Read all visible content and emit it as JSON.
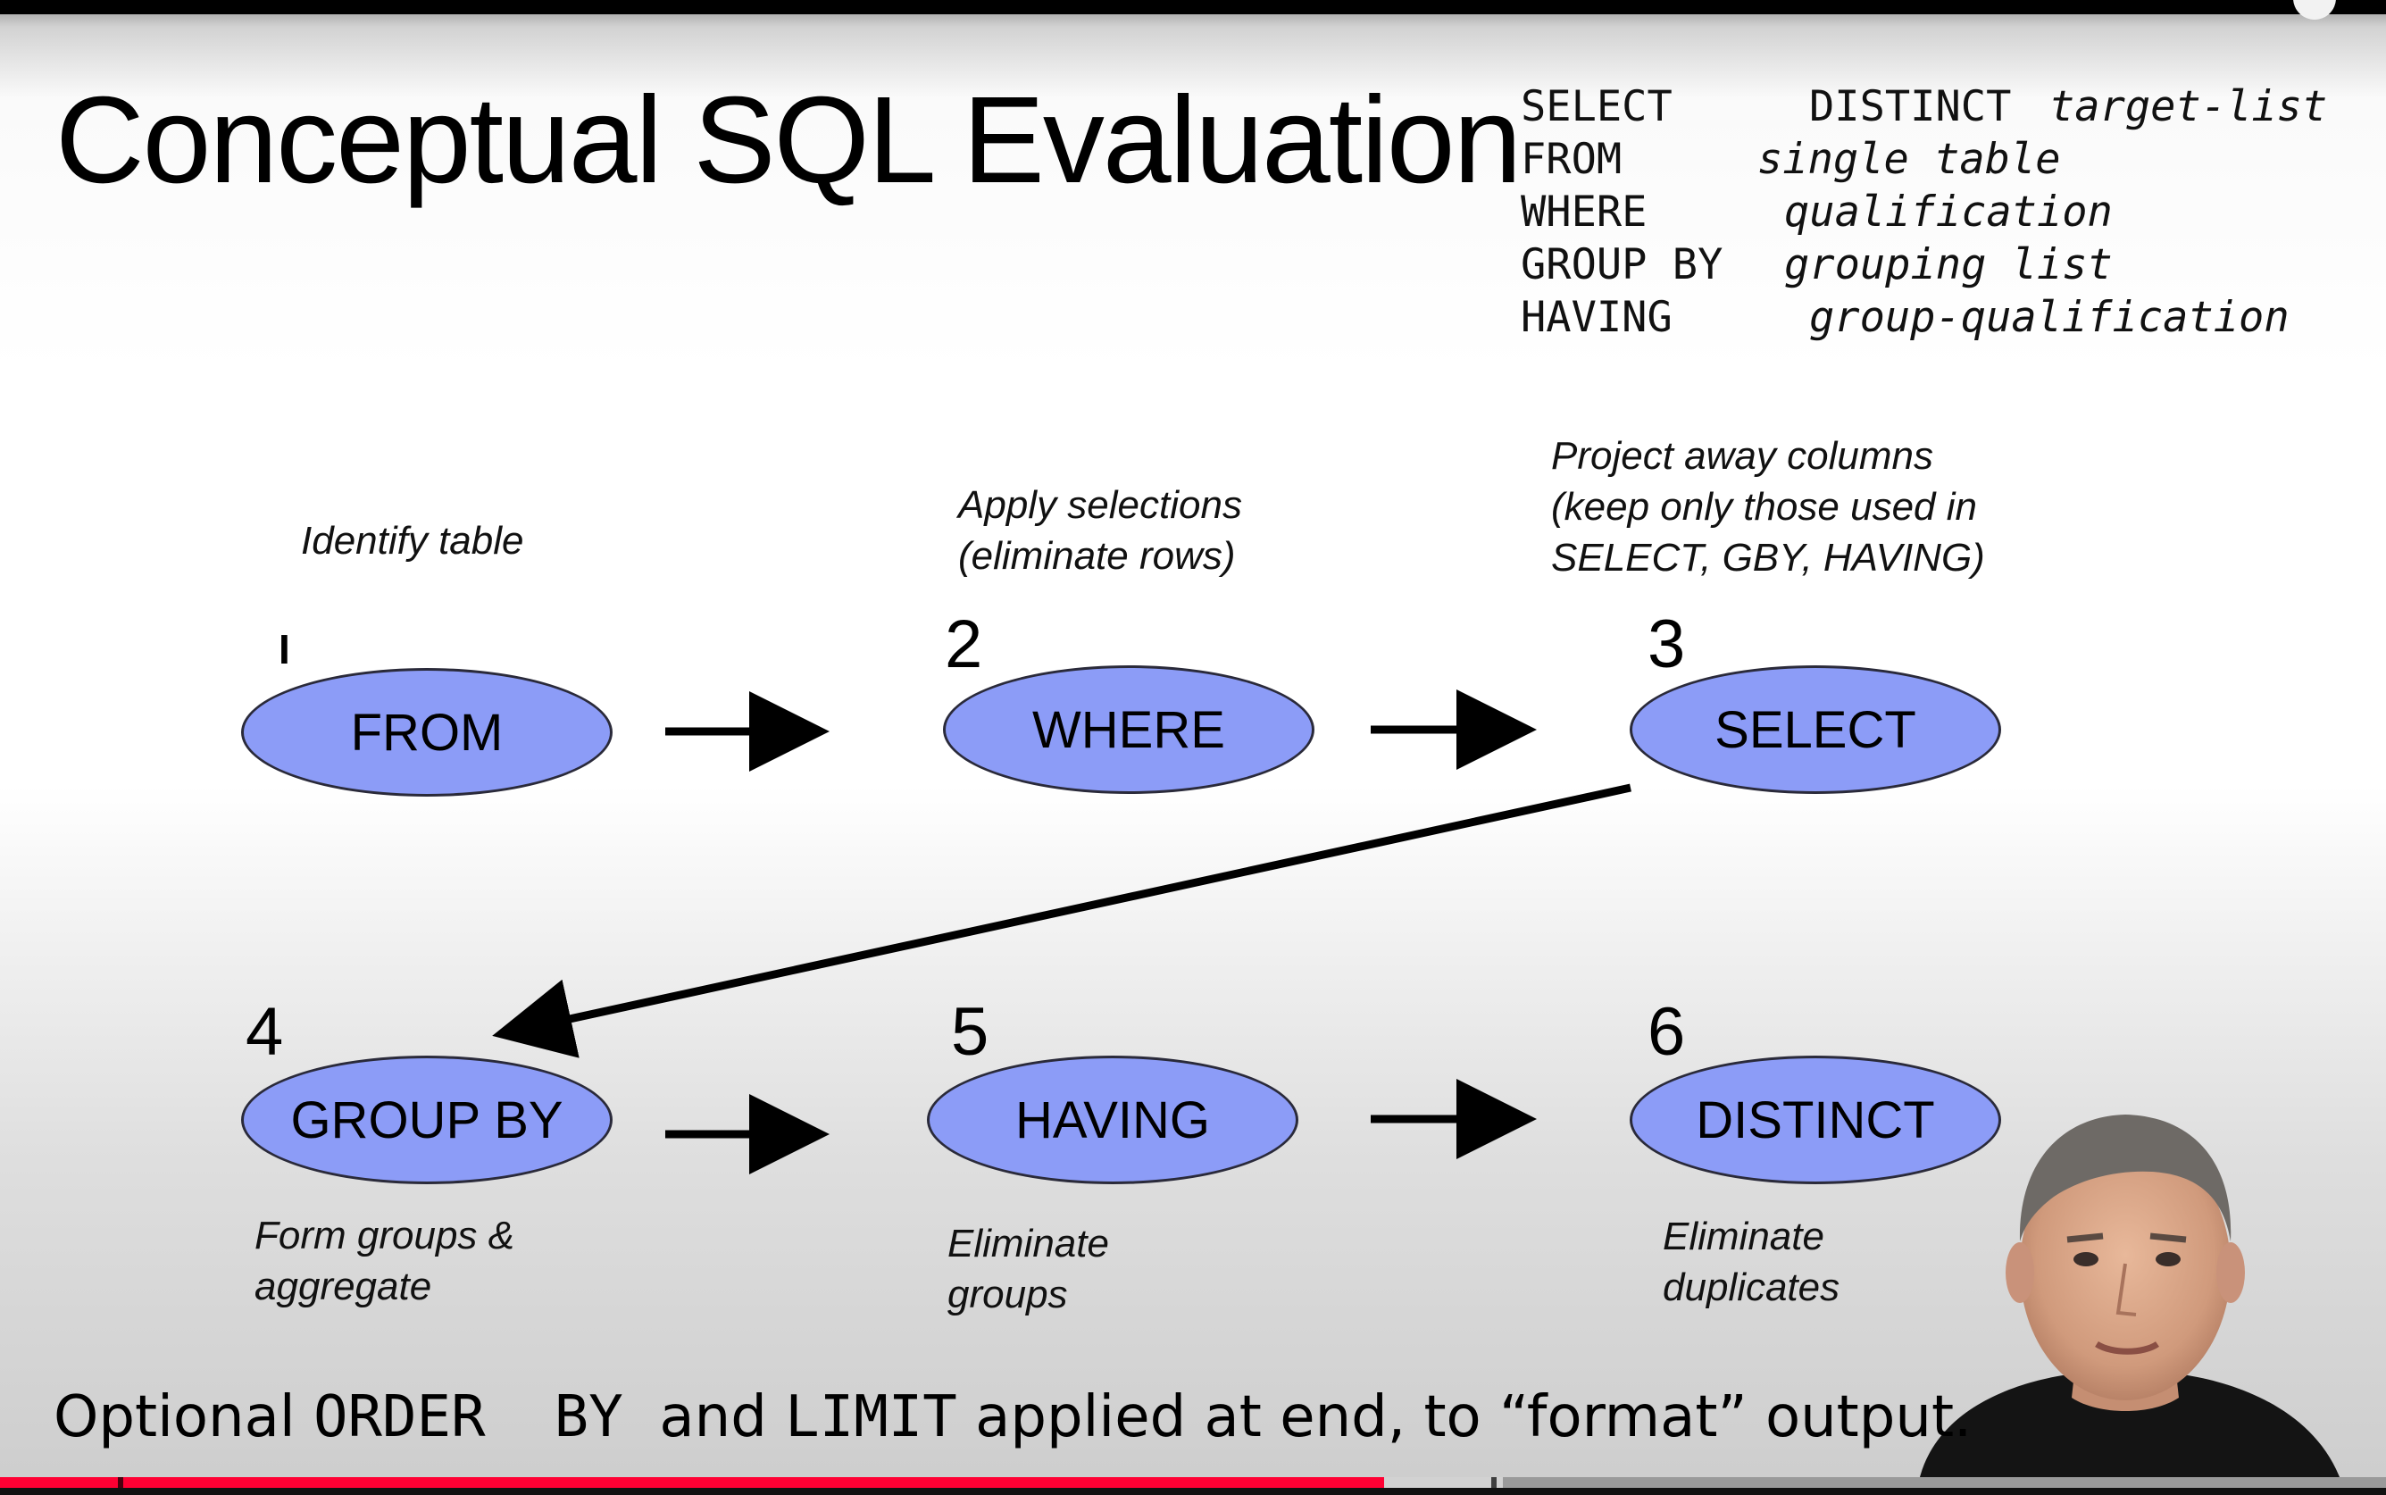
{
  "slide": {
    "title": "Conceptual SQL Evaluation",
    "sql_template": [
      {
        "keyword": "SELECT",
        "argument": "DISTINCT target-list",
        "plain_prefix": "DISTINCT",
        "italic": "target-list"
      },
      {
        "keyword": "FROM",
        "argument": "single table"
      },
      {
        "keyword": "WHERE",
        "argument": "qualification"
      },
      {
        "keyword": "GROUP BY",
        "argument": "grouping list"
      },
      {
        "keyword": "HAVING",
        "argument": "group-qualification"
      }
    ],
    "steps": [
      {
        "number": "I",
        "name": "FROM",
        "note": [
          "Identify table"
        ]
      },
      {
        "number": "2",
        "name": "WHERE",
        "note": [
          "Apply selections",
          "(eliminate rows)"
        ]
      },
      {
        "number": "3",
        "name": "SELECT",
        "note": [
          "Project away columns",
          "(keep only those used in",
          "SELECT, GBY, HAVING)"
        ]
      },
      {
        "number": "4",
        "name": "GROUP BY",
        "note": [
          "Form groups &",
          "aggregate"
        ]
      },
      {
        "number": "5",
        "name": "HAVING",
        "note": [
          "Eliminate",
          "groups"
        ]
      },
      {
        "number": "6",
        "name": "DISTINCT",
        "note": [
          "Eliminate",
          "duplicates"
        ]
      }
    ],
    "footer": {
      "prefix": "Optional ",
      "kw1": "ORDER  BY",
      "middle": "  and ",
      "kw2": "LIMIT",
      "suffix": " applied at end, to “format” output."
    },
    "colors": {
      "ellipse_fill": "#8c9cf7",
      "ellipse_stroke": "#2a2a3a",
      "arrow": "#000000"
    }
  },
  "video_player": {
    "progress_played_fraction": 0.58,
    "progress_buffered_fraction": 0.63,
    "progress_color": "#ff0033"
  },
  "presenter": {
    "icon": "presenter-video-overlay"
  }
}
